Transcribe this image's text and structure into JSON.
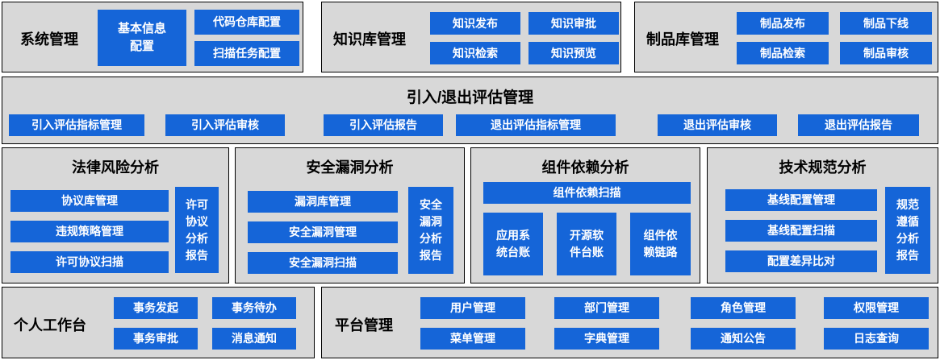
{
  "colors": {
    "panel_bg": "#d8d8d8",
    "panel_border": "#000000",
    "button_bg": "#1565d8",
    "button_text": "#ffffff",
    "title_text": "#000000",
    "page_bg": "#ffffff"
  },
  "panels": {
    "system": {
      "title": "系统管理",
      "big_button": "基本信息配置",
      "buttons": [
        "代码仓库配置",
        "扫描任务配置"
      ]
    },
    "knowledge": {
      "title": "知识库管理",
      "buttons": [
        "知识发布",
        "知识审批",
        "知识检索",
        "知识预览"
      ]
    },
    "product": {
      "title": "制品库管理",
      "buttons": [
        "制品发布",
        "制品下线",
        "制品检索",
        "制品审核"
      ]
    },
    "evaluation": {
      "title": "引入/退出评估管理",
      "buttons": [
        "引入评估指标管理",
        "引入评估审核",
        "引入评估报告",
        "退出评估指标管理",
        "退出评估审核",
        "退出评估报告"
      ]
    },
    "legal": {
      "title": "法律风险分析",
      "buttons": [
        "协议库管理",
        "违规策略管理",
        "许可协议扫描"
      ],
      "side_button": "许可协议分析报告"
    },
    "security": {
      "title": "安全漏洞分析",
      "buttons": [
        "漏洞库管理",
        "安全漏洞管理",
        "安全漏洞扫描"
      ],
      "side_button": "安全漏洞分析报告"
    },
    "dependency": {
      "title": "组件依赖分析",
      "top_button": "组件依赖扫描",
      "buttons": [
        "应用系统台账",
        "开源软件台账",
        "组件依赖链路"
      ]
    },
    "spec": {
      "title": "技术规范分析",
      "buttons": [
        "基线配置管理",
        "基线配置扫描",
        "配置差异比对"
      ],
      "side_button": "规范遵循分析报告"
    },
    "workspace": {
      "title": "个人工作台",
      "buttons": [
        "事务发起",
        "事务待办",
        "事务审批",
        "消息通知"
      ]
    },
    "platform": {
      "title": "平台管理",
      "buttons": [
        "用户管理",
        "部门管理",
        "角色管理",
        "权限管理",
        "菜单管理",
        "字典管理",
        "通知公告",
        "日志查询"
      ]
    }
  }
}
